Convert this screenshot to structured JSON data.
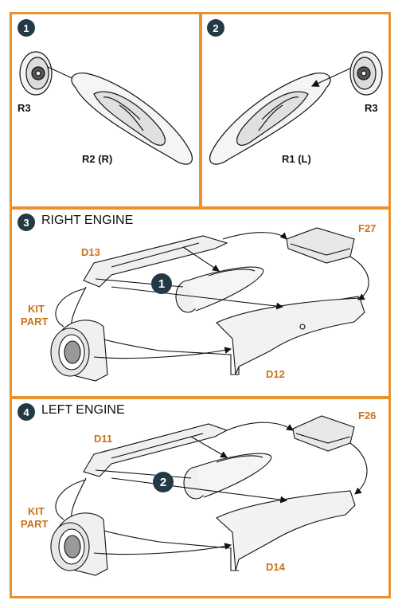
{
  "steps": {
    "s1": {
      "number": "1",
      "left_part": "R3",
      "right_part": "R2 (R)"
    },
    "s2": {
      "number": "2",
      "left_part": "R1 (L)",
      "right_part": "R3"
    },
    "s3": {
      "number": "3",
      "title": "RIGHT ENGINE",
      "sub_step": "1",
      "labels": {
        "top_left": "D13",
        "top_right": "F27",
        "bottom": "D12",
        "kit": "KIT",
        "kit2": "PART"
      }
    },
    "s4": {
      "number": "4",
      "title": "LEFT ENGINE",
      "sub_step": "2",
      "labels": {
        "top_left": "D11",
        "top_right": "F26",
        "bottom": "D14",
        "kit": "KIT",
        "kit2": "PART"
      }
    }
  },
  "colors": {
    "border": "#e8922f",
    "label_orange": "#c8731e",
    "badge": "#233a46"
  }
}
